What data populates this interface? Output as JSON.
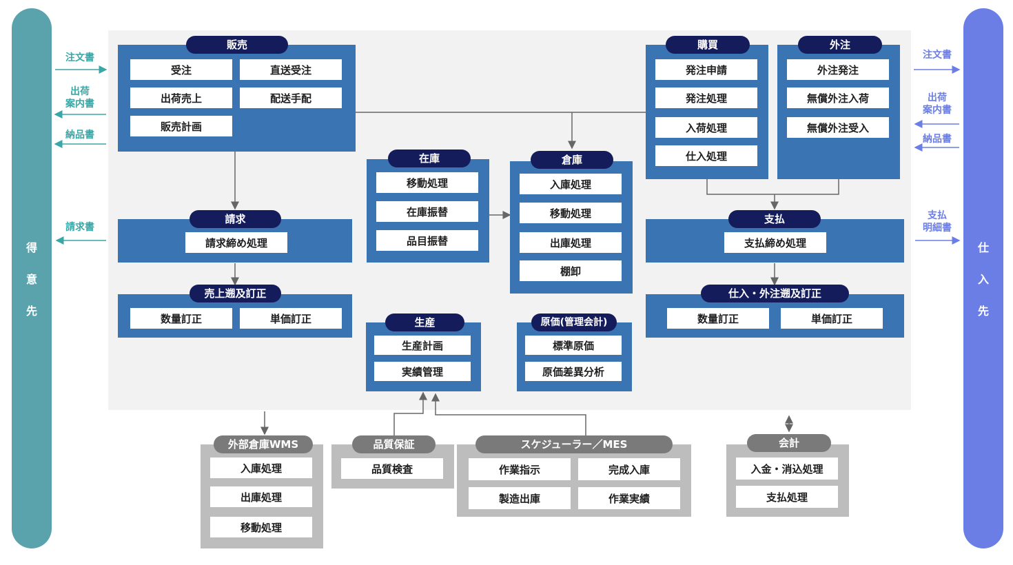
{
  "left_party": [
    "得",
    "意",
    "先"
  ],
  "right_party": [
    "仕",
    "入",
    "先"
  ],
  "left_docs": {
    "order": "注文書",
    "shipping_line1": "出荷",
    "shipping_line2": "案内書",
    "delivery": "納品書",
    "invoice": "請求書"
  },
  "right_docs": {
    "order": "注文書",
    "shipping_line1": "出荷",
    "shipping_line2": "案内書",
    "delivery": "納品書",
    "payment_line1": "支払",
    "payment_line2": "明細書"
  },
  "modules": {
    "sales": {
      "title": "販売",
      "items": [
        "受注",
        "直送受注",
        "出荷売上",
        "配送手配",
        "販売計画"
      ]
    },
    "billing": {
      "title": "請求",
      "items": [
        "請求締め処理"
      ]
    },
    "sales_correction": {
      "title": "売上遡及訂正",
      "items": [
        "数量訂正",
        "単価訂正"
      ]
    },
    "inventory": {
      "title": "在庫",
      "items": [
        "移動処理",
        "在庫振替",
        "品目振替"
      ]
    },
    "warehouse": {
      "title": "倉庫",
      "items": [
        "入庫処理",
        "移動処理",
        "出庫処理",
        "棚卸"
      ]
    },
    "production": {
      "title": "生産",
      "items": [
        "生産計画",
        "実績管理"
      ]
    },
    "cost": {
      "title": "原価(管理会計)",
      "items": [
        "標準原価",
        "原価差異分析"
      ]
    },
    "purchasing": {
      "title": "購買",
      "items": [
        "発注申請",
        "発注処理",
        "入荷処理",
        "仕入処理"
      ]
    },
    "outsourcing": {
      "title": "外注",
      "items": [
        "外注発注",
        "無償外注入荷",
        "無償外注受入"
      ]
    },
    "payment": {
      "title": "支払",
      "items": [
        "支払締め処理"
      ]
    },
    "purchase_correction": {
      "title": "仕入・外注遡及訂正",
      "items": [
        "数量訂正",
        "単価訂正"
      ]
    }
  },
  "external": {
    "wms": {
      "title": "外部倉庫WMS",
      "items": [
        "入庫処理",
        "出庫処理",
        "移動処理"
      ]
    },
    "qa": {
      "title": "品質保証",
      "items": [
        "品質検査"
      ]
    },
    "mes": {
      "title": "スケジューラー／MES",
      "items": [
        "作業指示",
        "完成入庫",
        "製造出庫",
        "作業実績"
      ]
    },
    "accounting": {
      "title": "会計",
      "items": [
        "入金・消込処理",
        "支払処理"
      ]
    }
  },
  "colors": {
    "module": "#3a74b3",
    "pill": "#141c5c",
    "external": "#bdbdbd",
    "external_pill": "#7a7a7a",
    "customer": "#5aa3ad",
    "supplier": "#6a7ee6",
    "left_doc": "#3aa6a6",
    "right_doc": "#6a7ee6"
  }
}
